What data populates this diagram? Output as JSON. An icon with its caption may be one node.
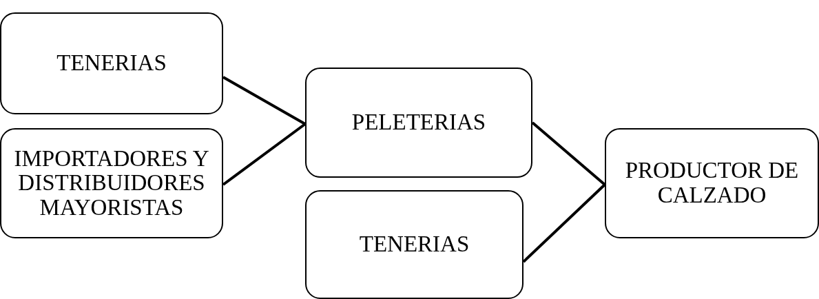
{
  "diagram": {
    "nodes": [
      {
        "text": [
          "TENERIAS"
        ]
      },
      {
        "text": [
          "IMPORTADORES Y DISTRIBUIDORES MAYORISTAS"
        ]
      },
      {
        "text": [
          "PELETERIAS"
        ]
      },
      {
        "text": [
          "TENERIAS"
        ]
      },
      {
        "text": [
          "PRODUCTOR DE CALZADO"
        ]
      }
    ],
    "edges": [
      {
        "from": 0,
        "to": 2,
        "arrow": "none"
      },
      {
        "from": 1,
        "to": 2,
        "arrow": "none"
      },
      {
        "from": 2,
        "to": 4,
        "arrow": "none"
      },
      {
        "from": 3,
        "to": 4,
        "arrow": "none"
      }
    ]
  }
}
